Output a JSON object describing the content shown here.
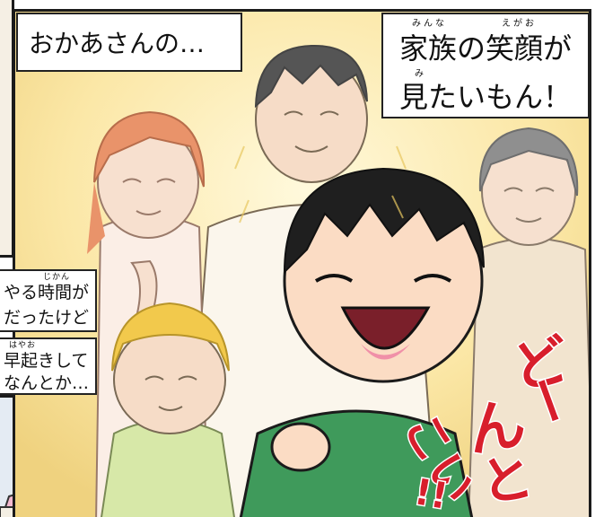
{
  "captions": {
    "mother_title": "おかあさんの…",
    "wish_line1": "家族の笑顔が",
    "wish_line2": "見たいもん！",
    "wish_furigana_1a": "みんな",
    "wish_furigana_1b": "えがお",
    "wish_furigana_2": "み",
    "time_line1": "やる時間が",
    "time_line2": "だったけど",
    "time_furigana": "じかん",
    "early_line1": "早起きして",
    "early_line2": "なんとか…",
    "early_furigana": "はやお"
  },
  "sound_effect": {
    "line1": "ど",
    "line1b": "ー",
    "line2": "ん",
    "line3": "と",
    "line4": "こい",
    "line5": "!!"
  },
  "colors": {
    "border": "#1b1b1b",
    "sound_effect": "#d81e2c",
    "background_glow": "#fbe7a6",
    "girl_shirt": "#3f9a5b",
    "boy_hat": "#f2c94c"
  }
}
